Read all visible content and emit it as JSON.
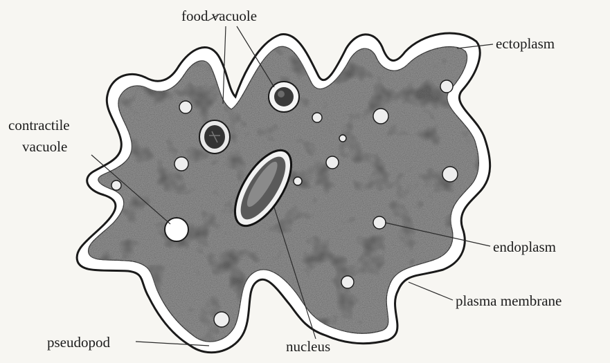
{
  "diagram": {
    "labels": {
      "food_vacuole": "food vacuole",
      "ectoplasm": "ectoplasm",
      "contractile_vacuole_line1": "contractile",
      "contractile_vacuole_line2": "vacuole",
      "endoplasm": "endoplasm",
      "plasma_membrane": "plasma membrane",
      "pseudopod": "pseudopod",
      "nucleus": "nucleus"
    }
  }
}
